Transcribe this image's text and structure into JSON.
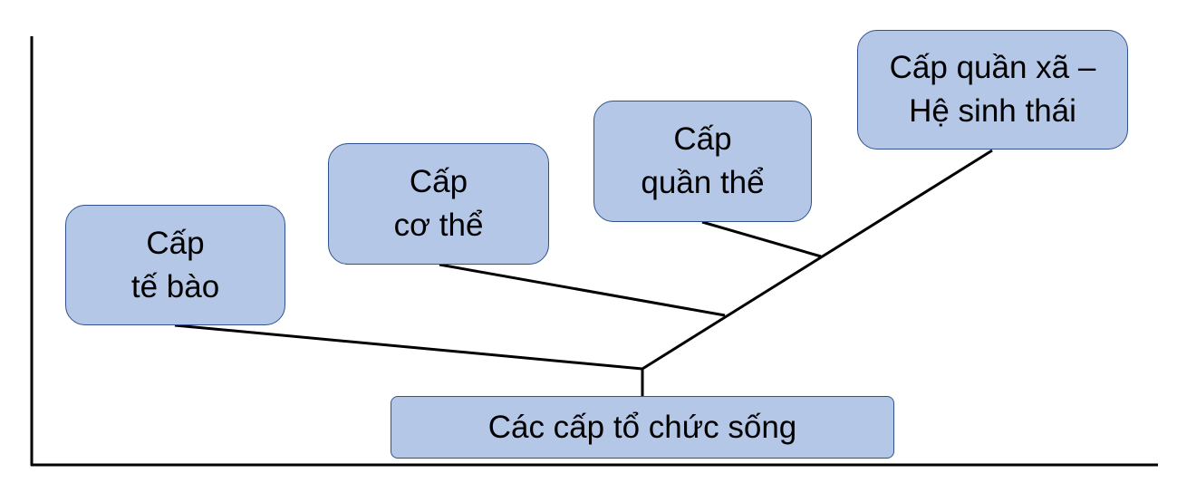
{
  "colors": {
    "box_fill": "#b4c7e7",
    "box_border": "#2f528f",
    "line": "#000000"
  },
  "root": {
    "label": "Các cấp tổ chức sống"
  },
  "levels": [
    {
      "line1": "Cấp",
      "line2": "tế bào"
    },
    {
      "line1": "Cấp",
      "line2": "cơ thể"
    },
    {
      "line1": "Cấp",
      "line2": "quần thể"
    },
    {
      "line1": "Cấp quần xã –",
      "line2": "Hệ sinh thái"
    }
  ]
}
